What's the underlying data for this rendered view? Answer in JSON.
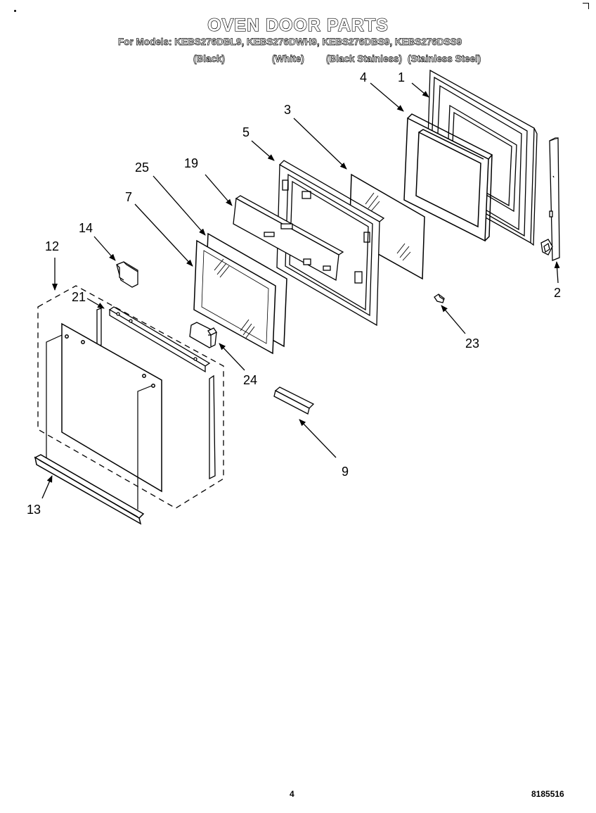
{
  "header": {
    "title": "OVEN DOOR PARTS",
    "models": "For Models: KEBS276DBL9, KEBS276DWH9, KEBS276DBS9, KEBS276DSS9",
    "finishes": [
      "(Black)",
      "(White)",
      "(Black Stainless)",
      "(Stainless Steel)"
    ]
  },
  "parts": {
    "p1": "1",
    "p2": "2",
    "p3": "3",
    "p4": "4",
    "p5": "5",
    "p7": "7",
    "p9": "9",
    "p12": "12",
    "p13": "13",
    "p14": "14",
    "p19": "19",
    "p21": "21",
    "p23": "23",
    "p24": "24",
    "p25": "25"
  },
  "footer": {
    "page_number": "4",
    "doc_number": "8185516"
  }
}
